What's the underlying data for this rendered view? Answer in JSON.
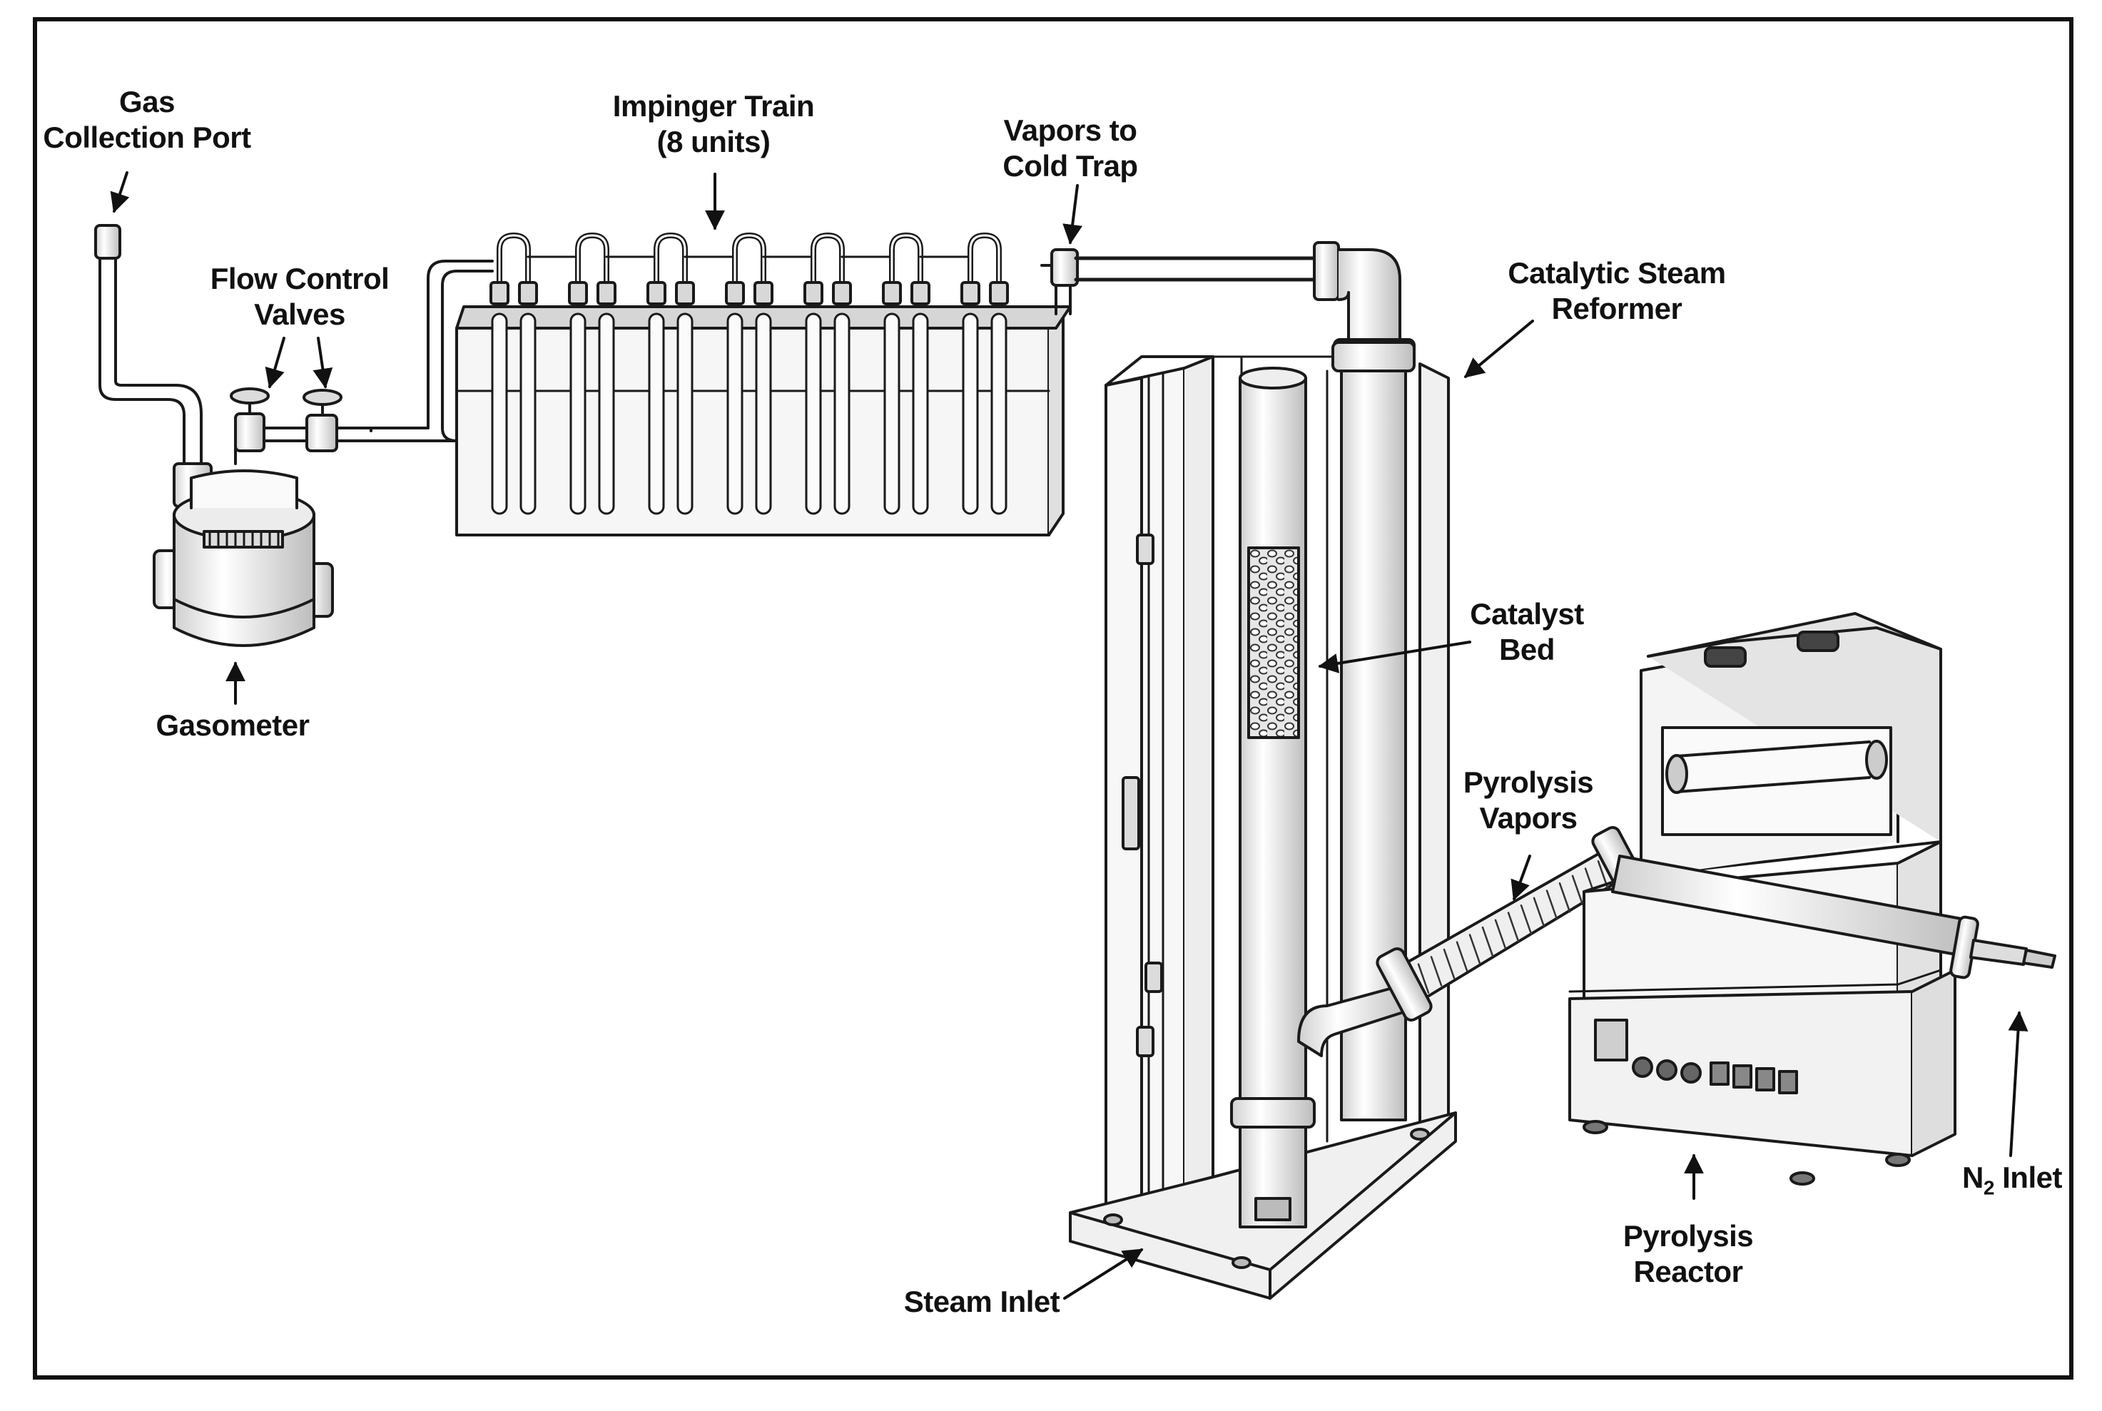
{
  "labels": {
    "gas_collection_port": {
      "line1": "Gas",
      "line2": "Collection  Port"
    },
    "flow_control_valves": {
      "line1": "Flow Control",
      "line2": "Valves"
    },
    "gasometer": "Gasometer",
    "impinger_train": {
      "line1": "Impinger Train",
      "line2": "(8 units)"
    },
    "vapors_to_cold_trap": {
      "line1": "Vapors to",
      "line2": "Cold Trap"
    },
    "catalytic_steam_reformer": {
      "line1": "Catalytic Steam",
      "line2": "Reformer"
    },
    "catalyst_bed": {
      "line1": "Catalyst",
      "line2": "Bed"
    },
    "pyrolysis_vapors": {
      "line1": "Pyrolysis",
      "line2": "Vapors"
    },
    "steam_inlet": "Steam Inlet",
    "pyrolysis_reactor": {
      "line1": "Pyrolysis",
      "line2": "Reactor"
    },
    "n2_inlet": {
      "prefix": "N",
      "sub": "2",
      "suffix": " Inlet"
    }
  },
  "colors": {
    "line": "#1a1a1a",
    "fill": "#f4f4f4",
    "shade": "#d9d9d9",
    "dark": "#9a9a9a"
  }
}
